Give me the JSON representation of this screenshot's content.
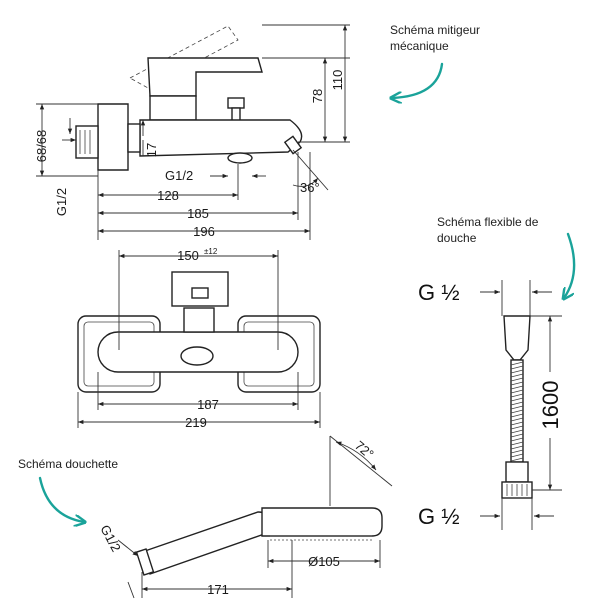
{
  "notes": {
    "mixer": [
      "Schéma mitigeur",
      "mécanique"
    ],
    "hose": [
      "Schéma flexible de",
      "douche"
    ],
    "handshower": "Schéma douchette"
  },
  "side_view": {
    "d110": "110",
    "d78": "78",
    "d68": "68/68",
    "d17": "17",
    "thread_left": "G1/2",
    "thread_bottom": "G1/2",
    "d128": "128",
    "d185": "185",
    "d196": "196",
    "angle": "36°"
  },
  "front_view": {
    "d150": "150",
    "tol": "±12",
    "d187": "187",
    "d219": "219"
  },
  "hand_shower": {
    "angle": "72°",
    "thread": "G1/2",
    "d105": "Ø105",
    "d171": "171"
  },
  "hose": {
    "g_top": "G ½",
    "g_bottom": "G ½",
    "length": "1600"
  },
  "colors": {
    "accent": "#1aa39a",
    "line": "#222222"
  }
}
